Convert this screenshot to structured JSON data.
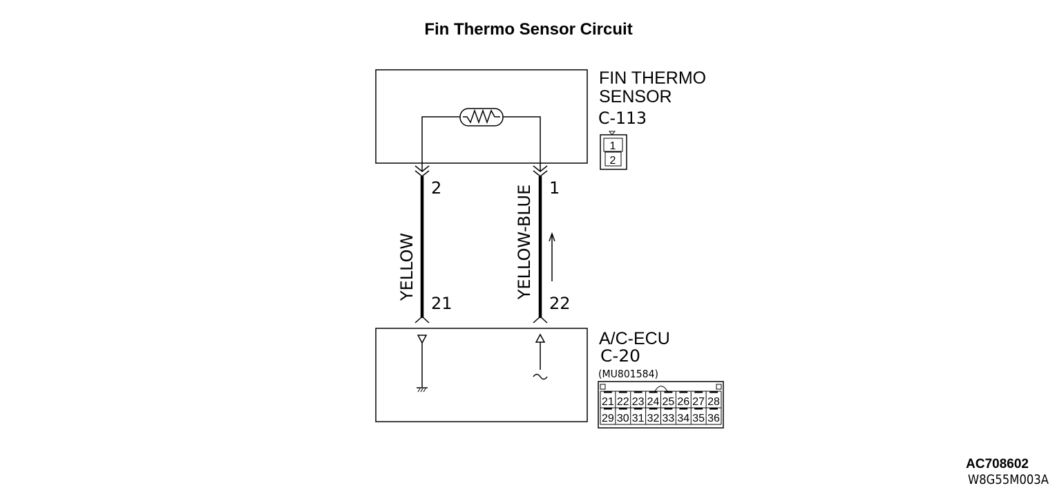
{
  "title": "Fin Thermo Sensor Circuit",
  "sensor": {
    "name_line1": "FIN THERMO",
    "name_line2": "SENSOR",
    "connector": "C-113",
    "pins": [
      "1",
      "2"
    ]
  },
  "wires": [
    {
      "color_label": "YELLOW",
      "sensor_pin": "2",
      "ecu_pin": "21"
    },
    {
      "color_label": "YELLOW-BLUE",
      "sensor_pin": "1",
      "ecu_pin": "22"
    }
  ],
  "ecu": {
    "name": "A/C-ECU",
    "connector": "C-20",
    "part_number": "(MU801584)",
    "pins_top": [
      "21",
      "22",
      "23",
      "24",
      "25",
      "26",
      "27",
      "28"
    ],
    "pins_bottom": [
      "29",
      "30",
      "31",
      "32",
      "33",
      "34",
      "35",
      "36"
    ]
  },
  "figure_codes": {
    "code1": "AC708602",
    "code2": "W8G55M003A"
  },
  "colors": {
    "line": "#000000",
    "background": "#ffffff"
  }
}
